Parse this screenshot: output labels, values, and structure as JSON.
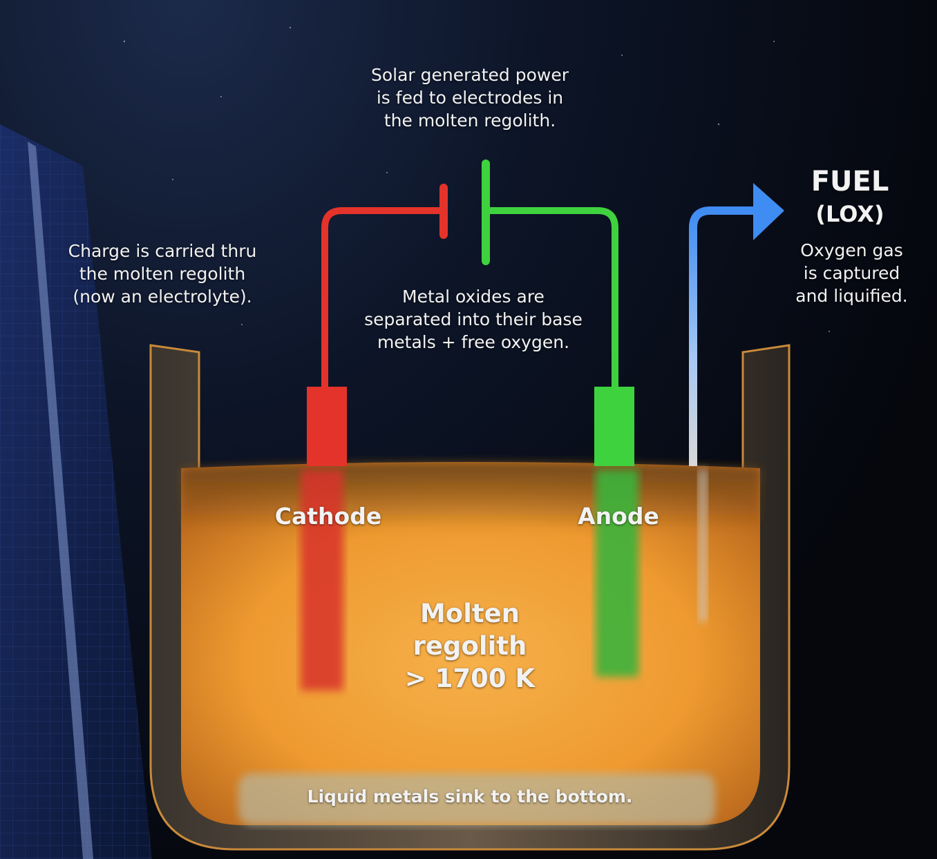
{
  "labels": {
    "solar": "Solar generated power\nis fed to electrodes in\nthe molten regolith.",
    "charge": "Charge is carried thru\nthe molten regolith\n(now an electrolyte).",
    "oxides": "Metal oxides are\nseparated into their base\nmetals + free oxygen.",
    "fuel_title": "FUEL",
    "fuel_sub": "(LOX)",
    "oxygen": "Oxygen gas\nis captured\nand liquified.",
    "cathode": "Cathode",
    "anode": "Anode",
    "molten": "Molten\nregolith\n> 1700 K",
    "metals": "Liquid metals sink to the bottom."
  },
  "colors": {
    "cathode": "#e4332a",
    "anode": "#3fd23f",
    "oxygen_line": "#4a90f0",
    "melt": "#f2a43a"
  }
}
